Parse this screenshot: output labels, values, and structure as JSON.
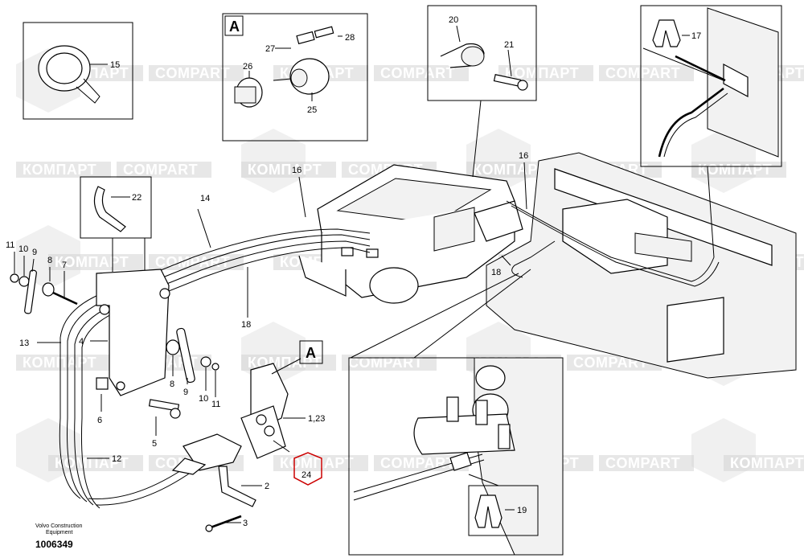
{
  "watermark": {
    "latin": "COMPART",
    "cyrillic": "КОМПАРТ"
  },
  "caption": {
    "maker_line1": "Volvo Construction",
    "maker_line2": "Equipment",
    "drawing_number": "1006349"
  },
  "inset_markers": {
    "detail_a_top": "A",
    "detail_a_main": "A"
  },
  "callouts": {
    "c1_23": "1,23",
    "c2": "2",
    "c3": "3",
    "c4": "4",
    "c5": "5",
    "c6": "6",
    "c7": "7",
    "c8_left": "8",
    "c8_right": "8",
    "c9_left": "9",
    "c9_right": "9",
    "c10_left": "10",
    "c10_right": "10",
    "c11_left": "11",
    "c11_right": "11",
    "c12": "12",
    "c13": "13",
    "c14": "14",
    "c15": "15",
    "c16_left": "16",
    "c16_right": "16",
    "c17": "17",
    "c18_left": "18",
    "c18_right": "18",
    "c19": "19",
    "c20": "20",
    "c21": "21",
    "c22": "22",
    "c24": "24",
    "c25": "25",
    "c26": "26",
    "c27": "27",
    "c28": "28"
  },
  "colors": {
    "highlight_hexagon": "#cc0000",
    "line": "#000000",
    "watermark_band": "#d4d4d4"
  }
}
